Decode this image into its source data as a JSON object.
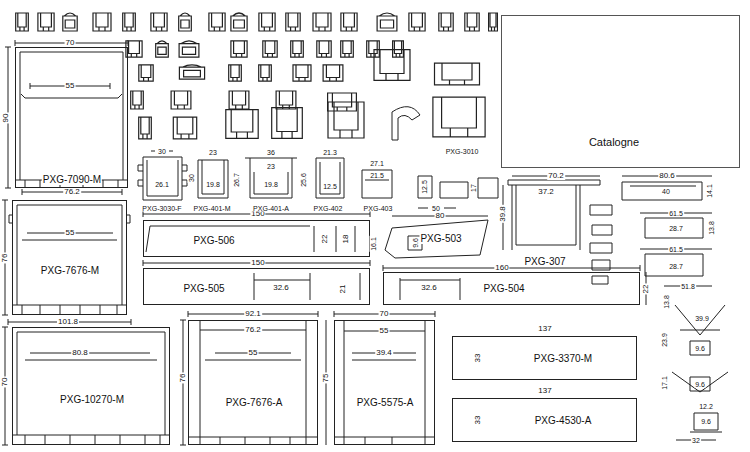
{
  "diagram": {
    "nodes": [
      {
        "text": [
          "PXG-7090-M"
        ]
      },
      {
        "text": [
          "PXG-7676-M"
        ]
      },
      {
        "text": [
          "PXG-10270-M"
        ]
      },
      {
        "text": [
          "PXG-7676-A"
        ]
      },
      {
        "text": [
          "PXG-5575-A"
        ]
      },
      {
        "text": [
          "PXG-506"
        ]
      },
      {
        "text": [
          "PXG-505"
        ]
      },
      {
        "text": [
          "PXG-504"
        ]
      },
      {
        "text": [
          "PXG-3370-M"
        ]
      },
      {
        "text": [
          "PXG-4530-A"
        ]
      },
      {
        "text": [
          "Catalogne"
        ]
      }
    ],
    "labels": [
      "70",
      "55",
      "90",
      "76.2",
      "55",
      "76",
      "101.8",
      "80.8",
      "70",
      "92.1",
      "76.2",
      "55",
      "76",
      "70",
      "55",
      "39.4",
      "75",
      "137",
      "33",
      "137",
      "33",
      "150",
      "22",
      "18",
      "150",
      "32.6",
      "21",
      "160",
      "32.6",
      "22",
      "80",
      "16.1",
      "9.6",
      "37.2",
      "39.8",
      "70.2",
      "80.6",
      "40",
      "14.1",
      "61.5",
      "28.7",
      "13.8",
      "61.5",
      "28.7",
      "51.8",
      "13.8",
      "39.9",
      "23.9",
      "9.6",
      "17.1",
      "9.6",
      "12.2",
      "9.6",
      "32",
      "30",
      "26.1",
      "30",
      "23",
      "19.8",
      "26.7",
      "36",
      "23",
      "19.8",
      "25.6",
      "21.3",
      "12.5",
      "27.1",
      "21.5",
      "12.5",
      "17",
      "50",
      "PXG-3030-F",
      "PXG-401-M",
      "PXG-401-A",
      "PXG-402",
      "PXG-403",
      "PXG-3010",
      "PXG-503",
      "PXG-307"
    ]
  }
}
